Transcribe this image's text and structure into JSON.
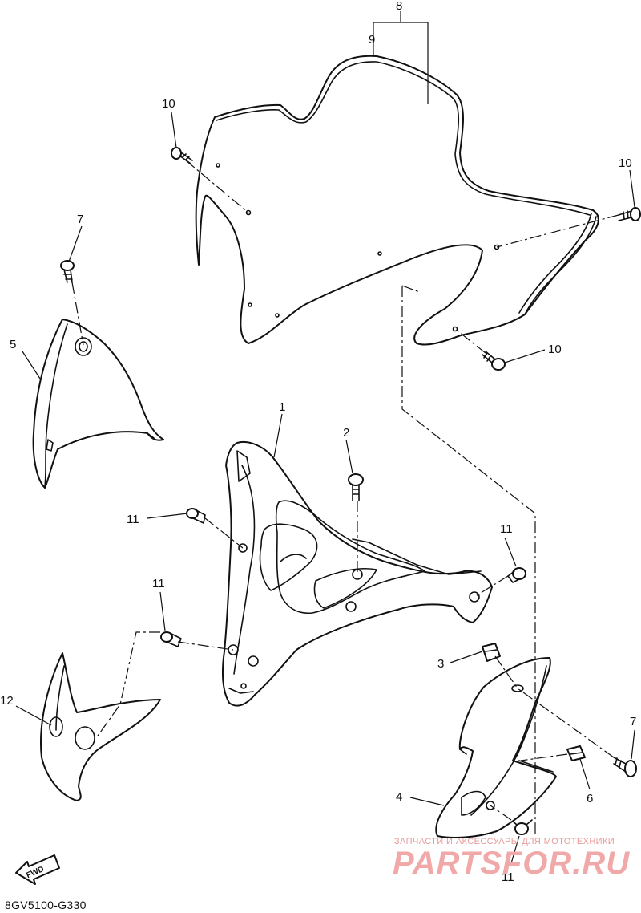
{
  "diagram_code": "8GV5100-G330",
  "fwd_label": "FWD",
  "watermark": {
    "tagline": "ЗАПЧАСТИ И АКСЕССУАРЫ ДЛЯ МОТОТЕХНИКИ",
    "logo": "PARTSFOR.RU"
  },
  "callouts": {
    "c8": "8",
    "c9": "9",
    "c10a": "10",
    "c10b": "10",
    "c10c": "10",
    "c7a": "7",
    "c7b": "7",
    "c5": "5",
    "c1": "1",
    "c2": "2",
    "c11a": "11",
    "c11b": "11",
    "c11c": "11",
    "c11d": "11",
    "c12": "12",
    "c3": "3",
    "c4": "4",
    "c6": "6"
  }
}
